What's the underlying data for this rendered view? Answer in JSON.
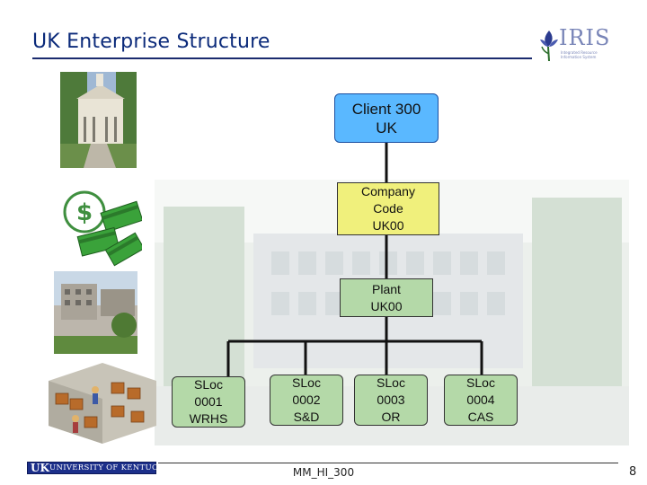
{
  "slide": {
    "title": "UK Enterprise Structure",
    "logo_iris": {
      "word": "IRIS",
      "subtitle": "Integrated Resource Information System"
    },
    "footer": {
      "logo_letters": "UK",
      "logo_name": "UNIVERSITY OF KENTUCKY",
      "center_text": "MM_HI_300",
      "page_number": "8"
    }
  },
  "diagram": {
    "client": {
      "line1": "Client 300",
      "line2": "UK"
    },
    "company": {
      "line1": "Company",
      "line2": "Code",
      "line3": "UK00"
    },
    "plant": {
      "line1": "Plant",
      "line2": "UK00"
    },
    "storage_locations": [
      {
        "line1": "SLoc",
        "line2": "0001",
        "line3": "WRHS"
      },
      {
        "line1": "SLoc",
        "line2": "0002",
        "line3": "S&D"
      },
      {
        "line1": "SLoc",
        "line2": "0003",
        "line3": "OR"
      },
      {
        "line1": "SLoc",
        "line2": "0004",
        "line3": "CAS"
      }
    ]
  },
  "colors": {
    "title": "#0b2a7a",
    "client_box": "#5ab8ff",
    "company_box": "#f0f07c",
    "plant_box": "#b4d9a8",
    "sloc_box": "#b4d9a8"
  }
}
